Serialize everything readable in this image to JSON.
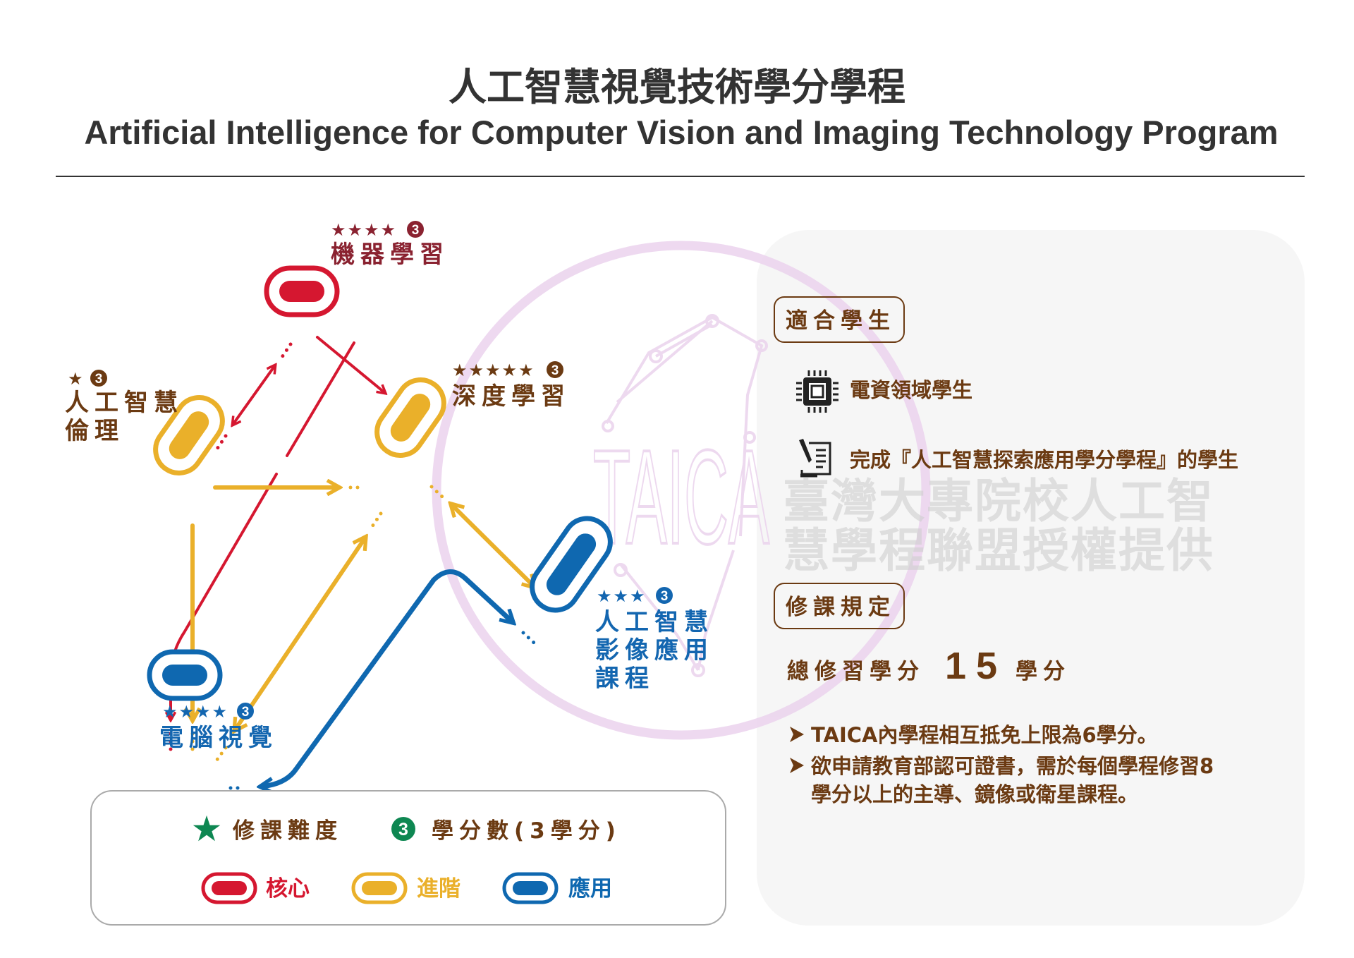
{
  "title": {
    "zh": "人工智慧視覺技術學分學程",
    "en": "Artificial Intelligence for Computer Vision and Imaging Technology Program"
  },
  "colors": {
    "core": "#d51730",
    "advanced": "#eab02a",
    "applied": "#0f68b0",
    "text": "#6b3a12"
  },
  "courses": {
    "ml": {
      "stars": "★★★★",
      "credits": "3",
      "name": "機器學習"
    },
    "ethics": {
      "stars": "★",
      "credits": "3",
      "name_line1": "人工智慧",
      "name_line2": "倫理"
    },
    "dl": {
      "stars": "★★★★★",
      "credits": "3",
      "name": "深度學習"
    },
    "app": {
      "stars": "★★★",
      "credits": "3",
      "name_line1": "人工智慧",
      "name_line2": "影像應用",
      "name_line3": "課程"
    },
    "cv": {
      "stars": "★★★★",
      "credits": "3",
      "name": "電腦視覺"
    }
  },
  "panel": {
    "eligible_title": "適合學生",
    "eligible": [
      {
        "icon": "chip-icon",
        "text": "電資領域學生"
      },
      {
        "icon": "document-pen-icon",
        "text": "完成『人工智慧探索應用學分學程』的學生"
      }
    ],
    "rules_title": "修課規定",
    "total_label": "總修習學分",
    "total_value": "15",
    "total_unit": "學分",
    "rules": [
      "TAICA內學程相互抵免上限為6學分。",
      "欲申請教育部認可證書，需於每個學程修習8",
      "學分以上的主導、鏡像或衛星課程。"
    ]
  },
  "legend": {
    "difficulty_star": "★",
    "difficulty_label": "修課難度",
    "credits_badge": "3",
    "credits_label": "學分數(3學分)",
    "core": "核心",
    "advanced": "進階",
    "applied": "應用"
  },
  "watermark": {
    "text": "臺灣大專院校人工智慧學程聯盟授權提供",
    "logo": "TAICA"
  }
}
